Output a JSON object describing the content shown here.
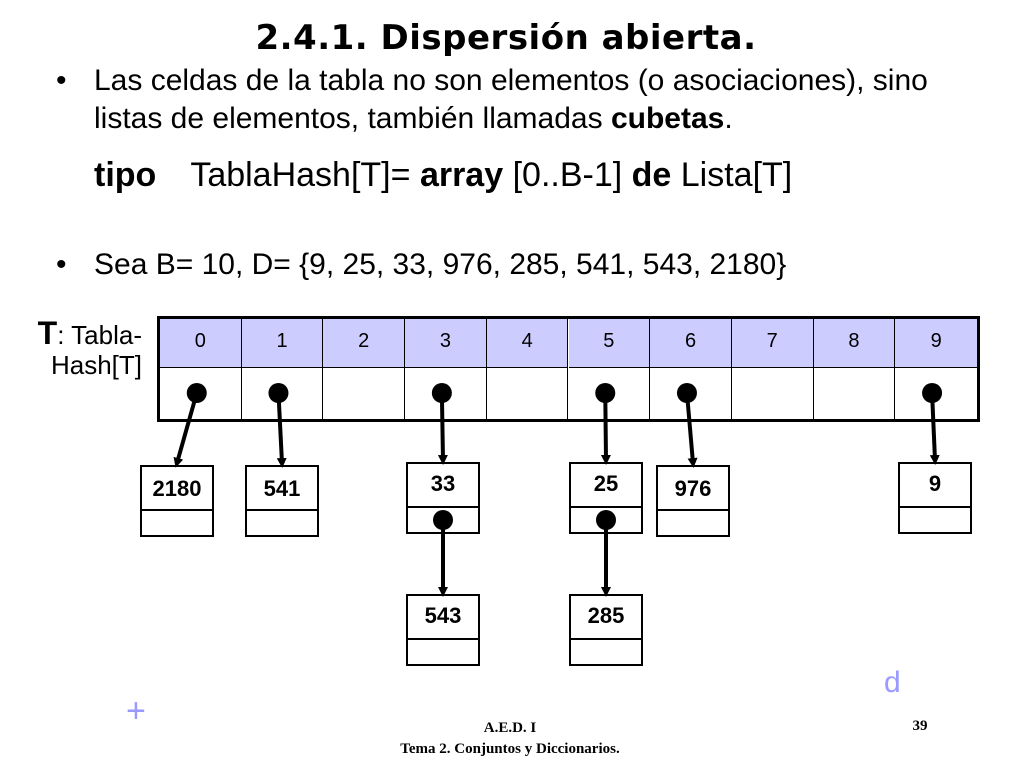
{
  "slide": {
    "title": "2.4.1. Dispersión abierta.",
    "bullet_symbol": "•",
    "bullet1": {
      "text_a": "Las celdas de la tabla no son elementos (o asociaciones), sino listas de elementos, también llamadas ",
      "text_bold": "cubetas",
      "text_b": "."
    },
    "declaration": {
      "kw_tipo": "tipo",
      "part1": "TablaHash[T]= ",
      "kw_array": "array",
      "part2": " [0..B-1] ",
      "kw_de": "de",
      "part3": " Lista[T]"
    },
    "bullet2": "Sea B= 10, D= {9, 25, 33, 976, 285, 541, 543, 2180}"
  },
  "diagram": {
    "label_name": "T",
    "label_colon": ":",
    "label_line1": " Tabla-",
    "label_line2": "Hash[T]",
    "indices": [
      "0",
      "1",
      "2",
      "3",
      "4",
      "5",
      "6",
      "7",
      "8",
      "9"
    ],
    "buckets": {
      "0": [
        "2180"
      ],
      "1": [
        "541"
      ],
      "3": [
        "33",
        "543"
      ],
      "5": [
        "25",
        "285"
      ],
      "6": [
        "976"
      ],
      "9": [
        "9"
      ]
    }
  },
  "nav": {
    "prev": "+",
    "next": "d"
  },
  "footer": {
    "line1": "A.E.D. I",
    "line2": "Tema 2. Conjuntos y Diccionarios.",
    "page": "39"
  }
}
